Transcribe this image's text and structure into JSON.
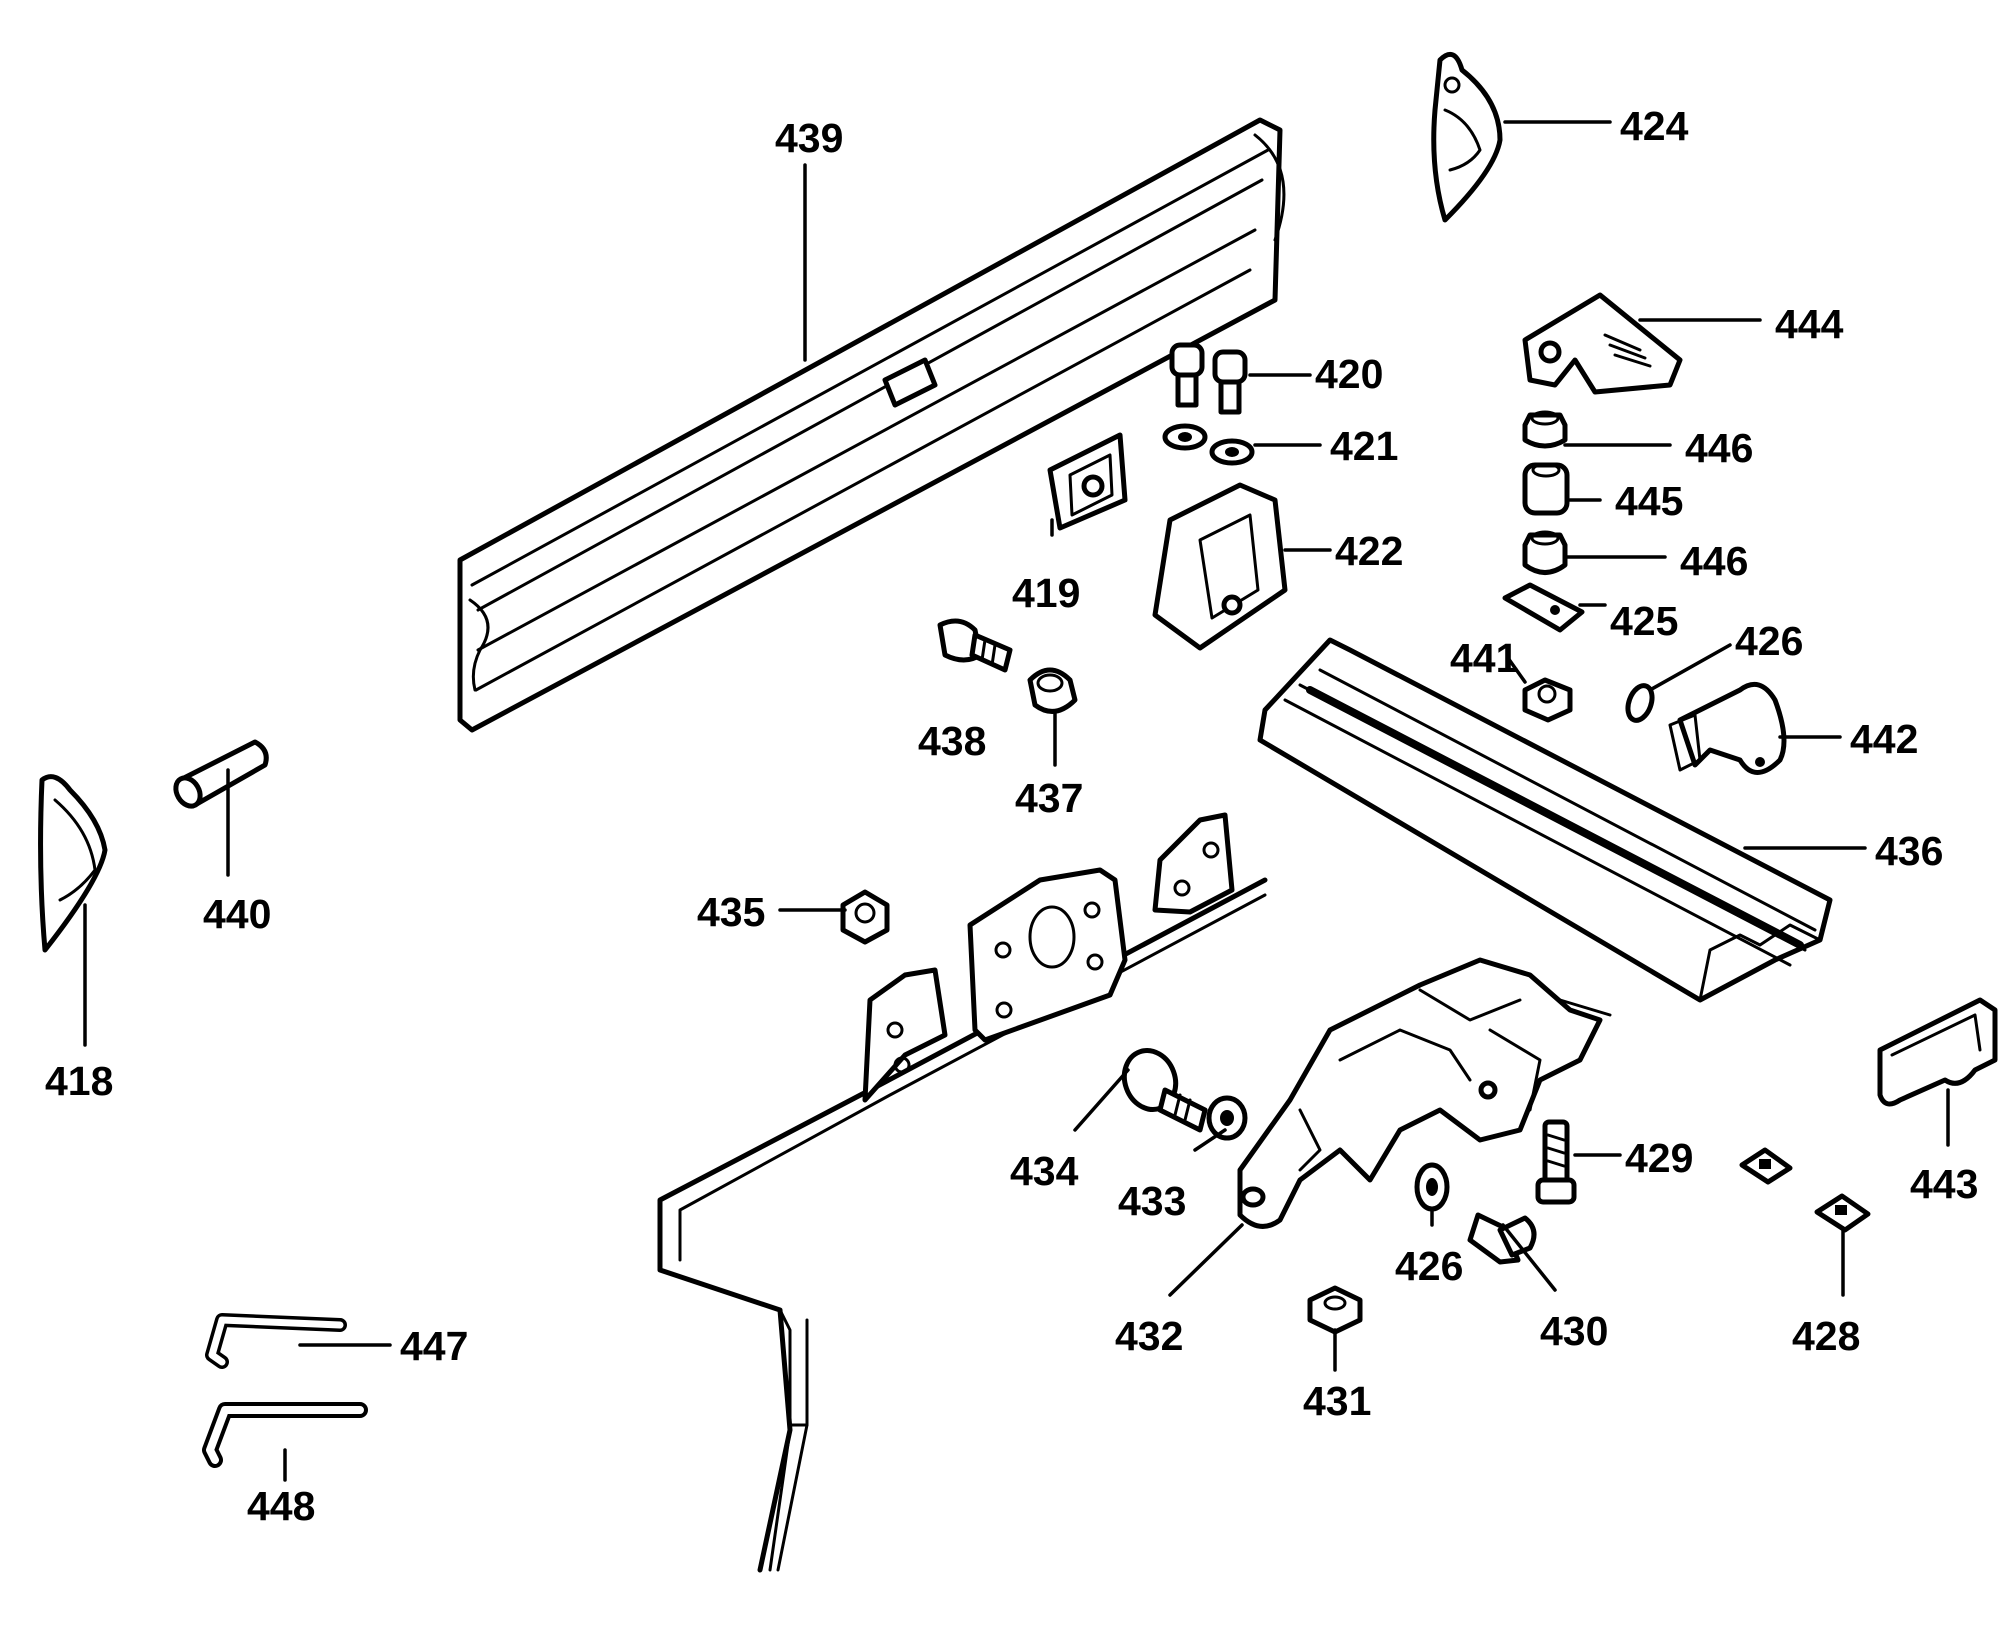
{
  "labels": {
    "p418": "418",
    "p419": "419",
    "p420": "420",
    "p421": "421",
    "p422": "422",
    "p424": "424",
    "p425": "425",
    "p426a": "426",
    "p426b": "426",
    "p428": "428",
    "p429": "429",
    "p430": "430",
    "p431": "431",
    "p432": "432",
    "p433": "433",
    "p434": "434",
    "p435": "435",
    "p436": "436",
    "p437": "437",
    "p438": "438",
    "p439": "439",
    "p440": "440",
    "p441": "441",
    "p442": "442",
    "p443": "443",
    "p444": "444",
    "p445": "445",
    "p446a": "446",
    "p446b": "446",
    "p447": "447",
    "p448": "448"
  },
  "colors": {
    "ink": "#000000",
    "paper": "#ffffff"
  }
}
